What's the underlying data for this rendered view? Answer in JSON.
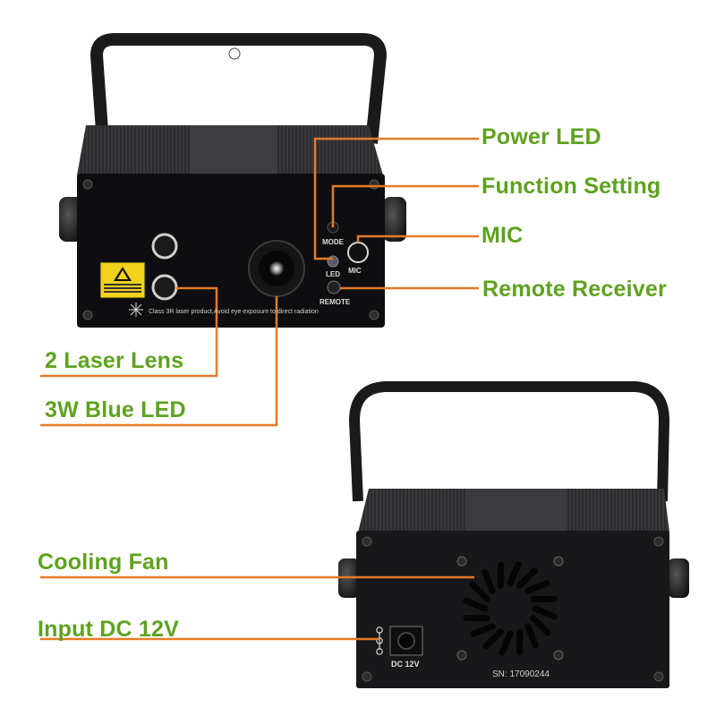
{
  "colors": {
    "label_green": "#5ea21f",
    "leader_orange": "#e57a27",
    "housing_dark": "#1c1c1e",
    "panel_black": "#0e0e10"
  },
  "callouts": {
    "power_led": "Power LED",
    "function_setting": "Function Setting",
    "mic": "MIC",
    "remote_receiver": "Remote Receiver",
    "laser_lens": "2 Laser Lens",
    "blue_led": "3W Blue LED",
    "cooling_fan": "Cooling Fan",
    "input_dc": "Input DC 12V"
  },
  "front_panel": {
    "mode_label": "MODE",
    "led_label": "LED",
    "mic_label": "MIC",
    "remote_label": "REMOTE",
    "warning_text": "Class 3R laser product,Avoid eye exposure to direct radiation"
  },
  "rear_panel": {
    "dc_label": "DC 12V",
    "serial_number": "SN: 17090244"
  },
  "icons": [
    "laser-warning-icon",
    "laser-starburst-icon",
    "polarity-icon",
    "fan-grille-icon"
  ]
}
